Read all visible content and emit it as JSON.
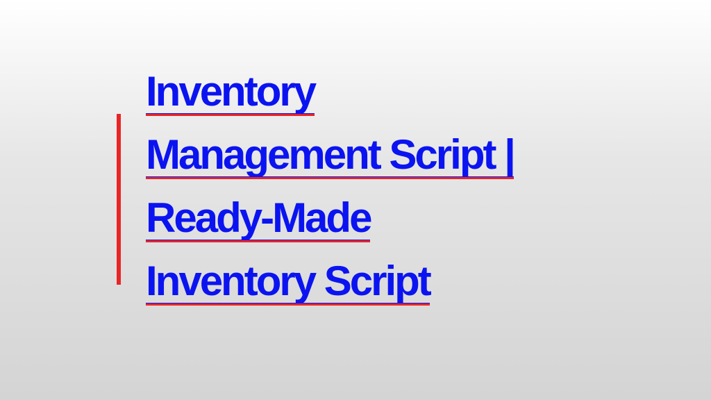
{
  "slide": {
    "title_lines": [
      "Inventory",
      "Management Script |",
      "Ready-Made",
      "Inventory Script"
    ]
  },
  "colors": {
    "link_blue": "#0b14f0",
    "accent_red": "#e82525"
  }
}
